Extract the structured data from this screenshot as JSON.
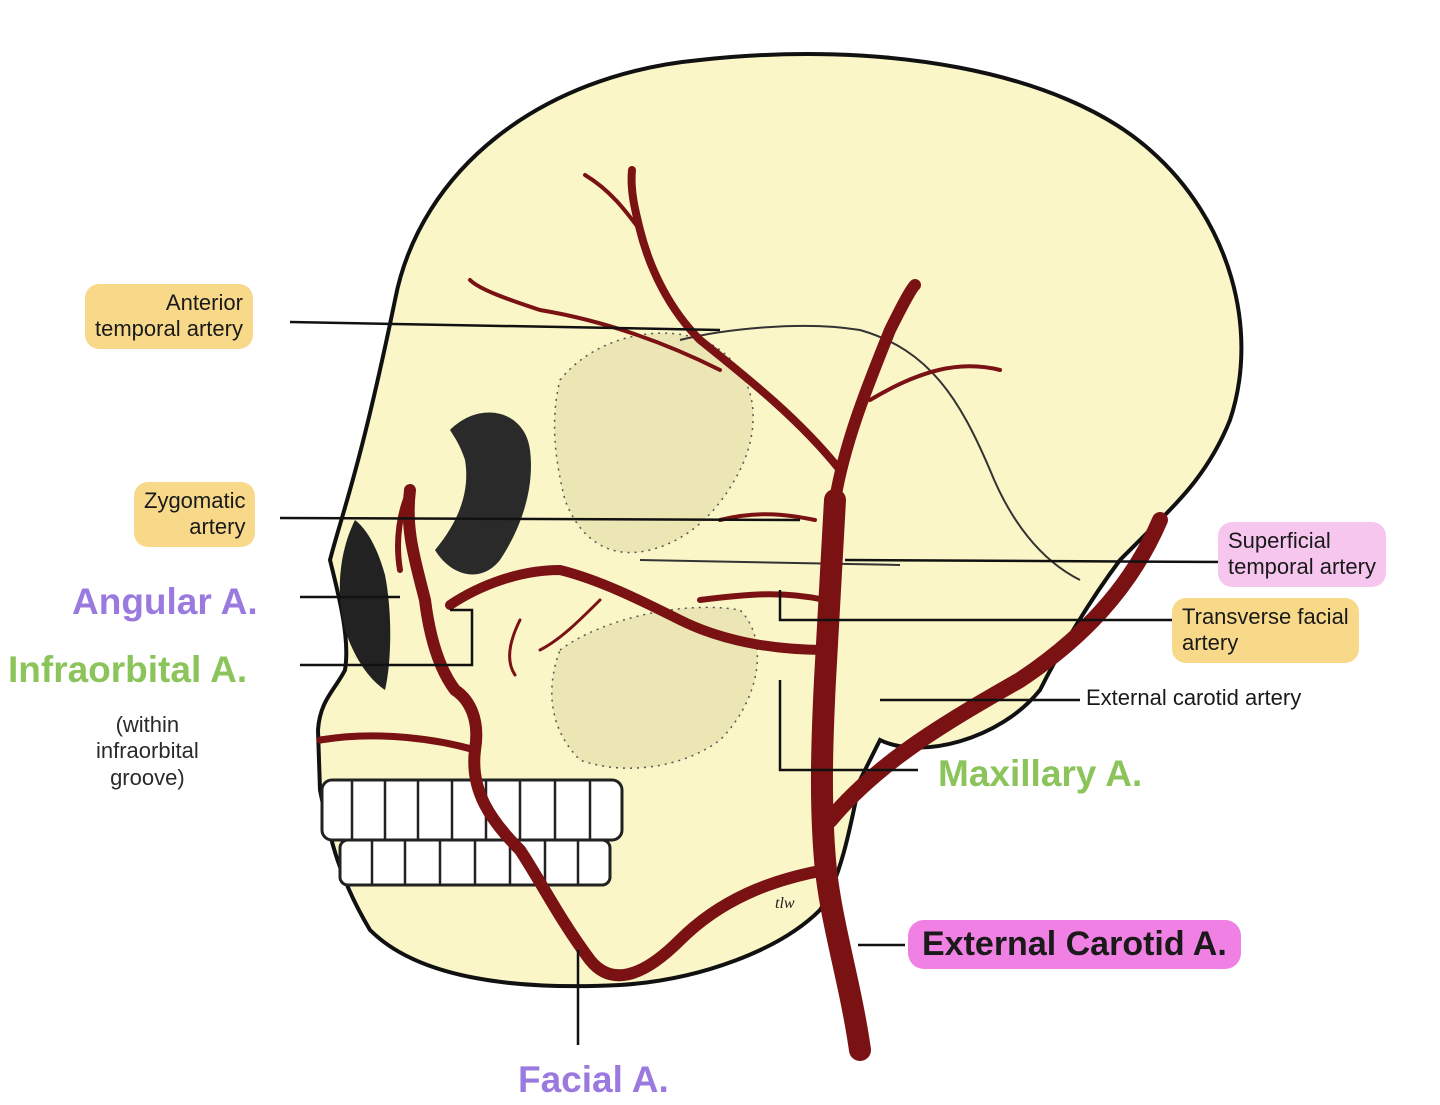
{
  "colors": {
    "skull_fill": "#fbf6c8",
    "artery": "#7a1214",
    "outline": "#111111",
    "label_orange": "#f8d98a",
    "label_pink_light": "#f6c6ef",
    "label_pink_dark": "#f080e3",
    "text_purple": "#9b7ae0",
    "text_green": "#8bc45a"
  },
  "labels": {
    "anterior_temporal": [
      "Anterior",
      "temporal artery"
    ],
    "zygomatic": [
      "Zygomatic",
      "artery"
    ],
    "angular": "Angular A.",
    "infraorbital": "Infraorbital A.",
    "infraorbital_note": [
      "(within",
      "infraorbital",
      "groove)"
    ],
    "superficial_temporal": [
      "Superficial",
      "temporal artery"
    ],
    "transverse_facial": [
      "Transverse facial",
      "artery"
    ],
    "external_carotid_artery": "External carotid artery",
    "maxillary": "Maxillary A.",
    "external_carotid_big": "External Carotid  A.",
    "facial": "Facial A.",
    "signature": "tlw"
  }
}
